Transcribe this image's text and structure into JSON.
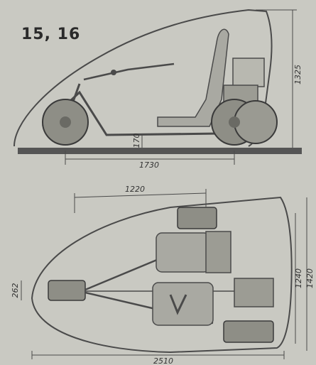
{
  "figure_label": "15, 16",
  "side_view": {
    "dimensions": {
      "overall_height": "1325",
      "wheelbase": "1730",
      "ground_clearance": "170"
    }
  },
  "top_view": {
    "dimensions": {
      "front_to_rear_axle": "1220",
      "rear_track": "1240",
      "overall_width": "1420",
      "front_wheel_width": "262",
      "overall_length": "2510"
    }
  },
  "colors": {
    "background": "#c9c9c2",
    "line": "#4a4a4a",
    "fill": "#a9a9a2",
    "tire": "#8e8e86"
  }
}
